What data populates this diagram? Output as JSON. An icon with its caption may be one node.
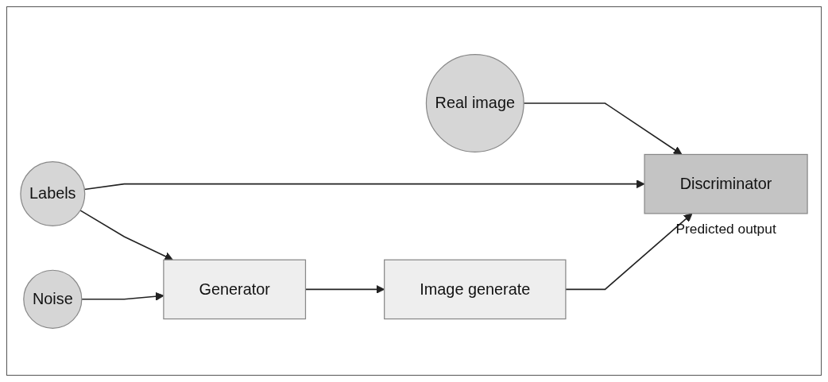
{
  "diagram": {
    "nodes": [
      {
        "text": [
          "Real image"
        ]
      },
      {
        "text": [
          "Labels"
        ]
      },
      {
        "text": [
          "Noise"
        ]
      },
      {
        "text": [
          "Discriminator"
        ],
        "beside": [
          "Predicted output"
        ]
      },
      {
        "text": [
          "Generator"
        ]
      },
      {
        "text": [
          "Image generate"
        ]
      }
    ],
    "edges": [
      {
        "from": 0,
        "to": 3,
        "arrow": "to"
      },
      {
        "from": 1,
        "to": 3,
        "arrow": "to"
      },
      {
        "from": 1,
        "to": 4,
        "arrow": "to"
      },
      {
        "from": 2,
        "to": 4,
        "arrow": "to"
      },
      {
        "from": 4,
        "to": 5,
        "arrow": "to"
      },
      {
        "from": 5,
        "to": 3,
        "arrow": "to"
      }
    ]
  }
}
